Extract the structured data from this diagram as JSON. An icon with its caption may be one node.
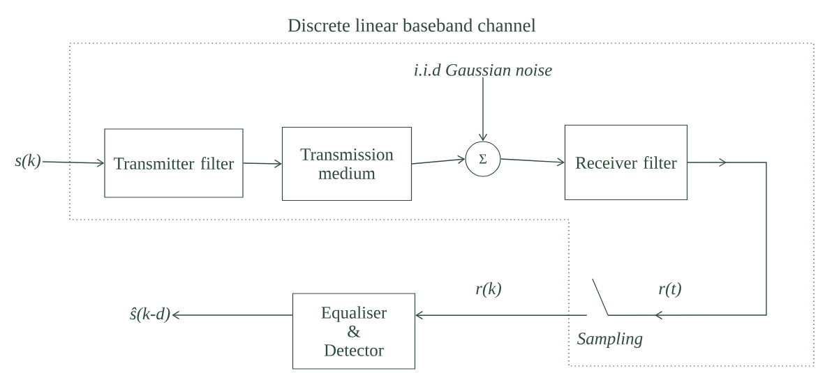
{
  "diagram": {
    "nodes": [
      {
        "text": [
          "Discrete linear baseband channel"
        ]
      },
      {
        "text": [
          "s(k)"
        ]
      },
      {
        "text": [
          "Transmitter filter"
        ],
        "in": 0
      },
      {
        "text": [
          "Transmission medium"
        ],
        "in": 0
      },
      {
        "text": [
          "i.i.d Gaussian noise"
        ],
        "in": 0
      },
      {
        "text": [
          "Σ"
        ],
        "in": 0
      },
      {
        "text": [
          "Receiver filter"
        ],
        "in": 0
      },
      {
        "text": [],
        "shape": "switch",
        "beside": [
          "Sampling"
        ],
        "in": 0
      },
      {
        "text": [
          "Equaliser & Detector"
        ]
      },
      {
        "text": [
          "ŝ(k-d)"
        ]
      }
    ],
    "edges": [
      {
        "from": 1,
        "to": 2,
        "arrow": "to"
      },
      {
        "from": 2,
        "to": 3,
        "arrow": "to"
      },
      {
        "from": 3,
        "to": 5,
        "arrow": "to"
      },
      {
        "from": 4,
        "to": 5,
        "arrow": "to"
      },
      {
        "from": 5,
        "to": 6,
        "arrow": "to"
      },
      {
        "from": 6,
        "to": 7,
        "arrow": "to",
        "label": "r(t)"
      },
      {
        "from": 7,
        "to": 8,
        "arrow": "to",
        "label": "r(k)"
      },
      {
        "from": 8,
        "to": 9,
        "arrow": "to"
      }
    ]
  }
}
